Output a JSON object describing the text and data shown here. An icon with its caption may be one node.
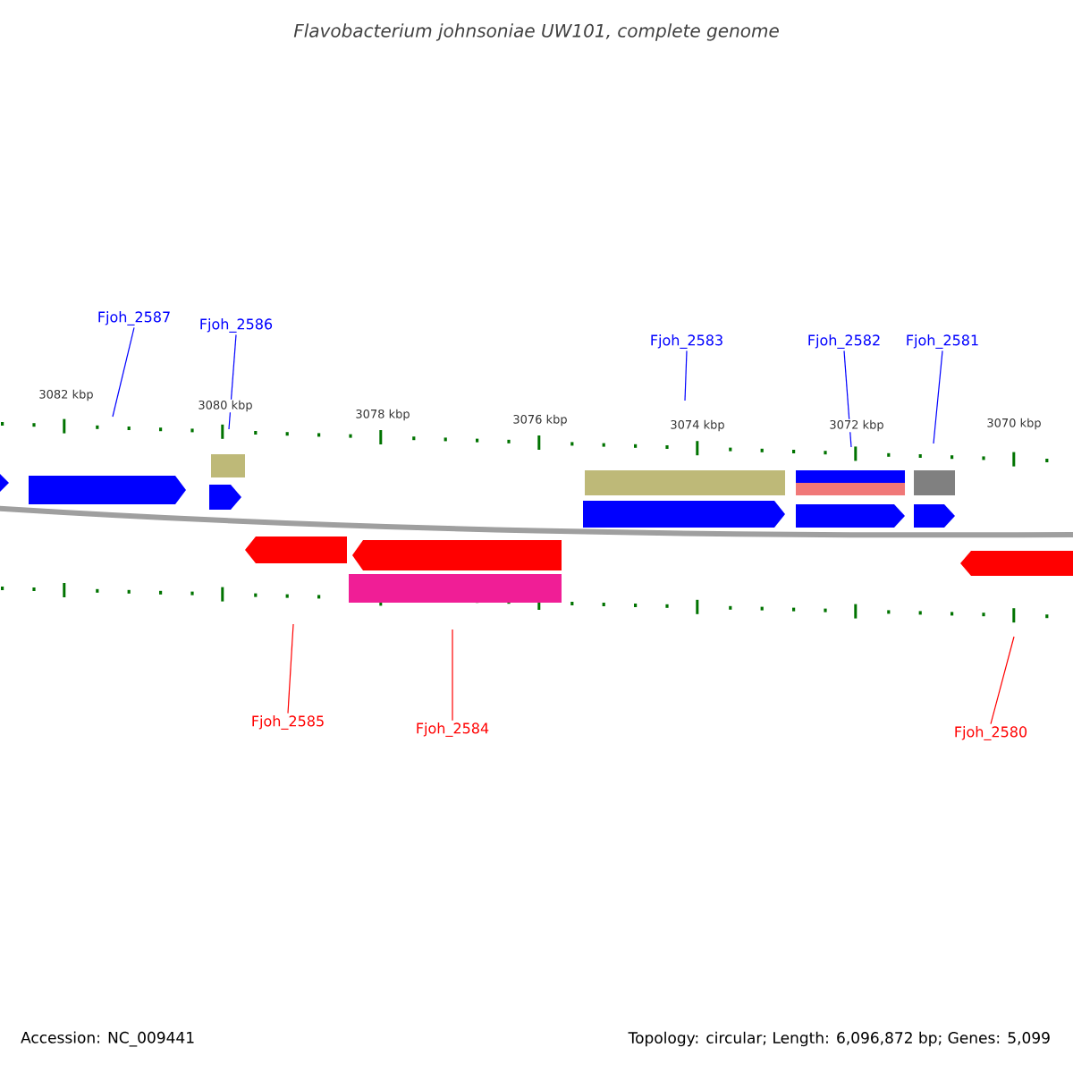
{
  "diagram": {
    "title": "Flavobacterium johnsoniae UW101, complete genome",
    "nodes": [
      {
        "text": [
          "Fjoh_2587"
        ]
      },
      {
        "text": [
          "Fjoh_2586"
        ]
      },
      {
        "text": [
          "Fjoh_2583"
        ]
      },
      {
        "text": [
          "Fjoh_2582"
        ]
      },
      {
        "text": [
          "Fjoh_2581"
        ]
      },
      {
        "text": [
          "Fjoh_2585"
        ]
      },
      {
        "text": [
          "Fjoh_2584"
        ]
      },
      {
        "text": [
          "Fjoh_2580"
        ]
      }
    ],
    "edges": [
      {
        "from": 0,
        "to": null,
        "arrow": "none"
      },
      {
        "from": 1,
        "to": null,
        "arrow": "none"
      },
      {
        "from": 2,
        "to": null,
        "arrow": "none"
      },
      {
        "from": 3,
        "to": null,
        "arrow": "none"
      },
      {
        "from": 4,
        "to": null,
        "arrow": "none"
      },
      {
        "from": 5,
        "to": null,
        "arrow": "none",
        "color": "#ff0000"
      },
      {
        "from": 6,
        "to": null,
        "arrow": "none",
        "color": "#ff0000"
      },
      {
        "from": 7,
        "to": null,
        "arrow": "none",
        "color": "#ff0000"
      }
    ],
    "labels": [
      "3082 kbp",
      "3080 kbp",
      "3078 kbp",
      "3076 kbp",
      "3074 kbp",
      "3072 kbp",
      "3070 kbp",
      "Accession: NC_009441",
      "Topology: circular; Length: 6,096,872 bp; Genes: 5,099"
    ]
  }
}
